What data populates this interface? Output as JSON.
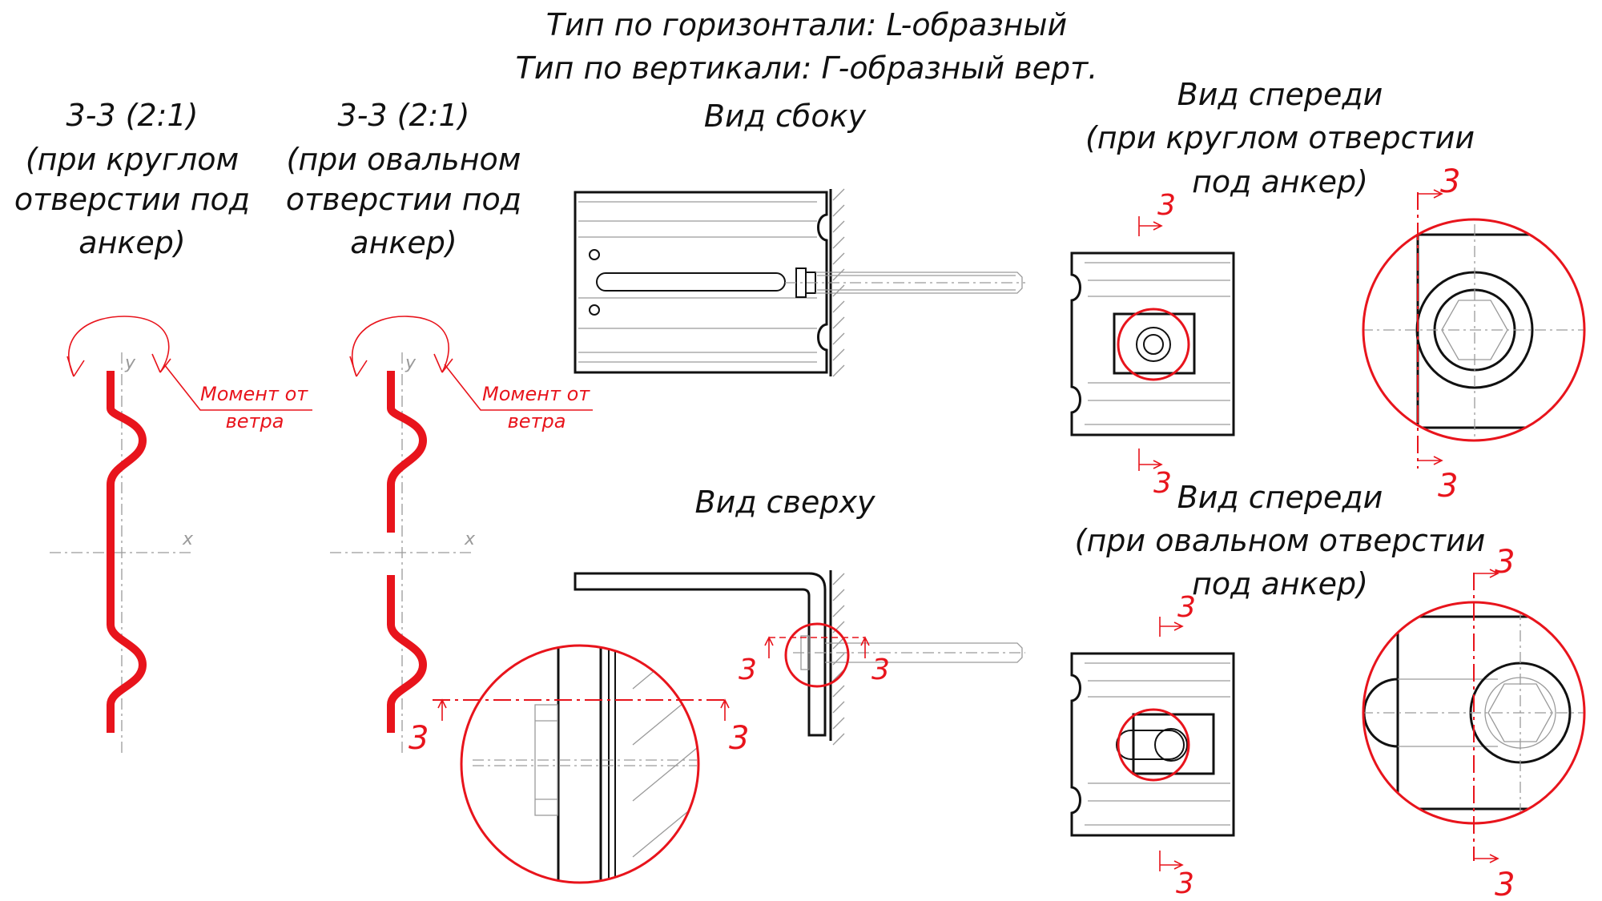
{
  "header": {
    "line1": "Тип по горизонтали: L-образный",
    "line2": "Тип по вертикали: Г-образный верт."
  },
  "section_round": {
    "title": "3-3 (2:1)",
    "line1": "(при круглом",
    "line2": "отверстии под",
    "line3": "анкер)",
    "moment_line1": "Момент от",
    "moment_line2": "ветра",
    "axis_y": "y",
    "axis_x": "x"
  },
  "section_oval": {
    "title": "3-3 (2:1)",
    "line1": "(при овальном",
    "line2": "отверстии под",
    "line3": "анкер)",
    "moment_line1": "Момент от",
    "moment_line2": "ветра",
    "axis_y": "y",
    "axis_x": "x"
  },
  "side_view": {
    "title": "Вид сбоку"
  },
  "top_view": {
    "title": "Вид сверху",
    "cut_mark": "3"
  },
  "front_round": {
    "line1": "Вид спереди",
    "line2": "(при круглом отверстии",
    "line3": "под анкер)",
    "cut_mark": "3"
  },
  "front_oval": {
    "line1": "Вид спереди",
    "line2": "(при овальном отверстии",
    "line3": "под анкер)",
    "cut_mark": "3"
  },
  "colors": {
    "ink": "#111111",
    "accent": "#e8141c",
    "thin": "#9a9a9a"
  }
}
